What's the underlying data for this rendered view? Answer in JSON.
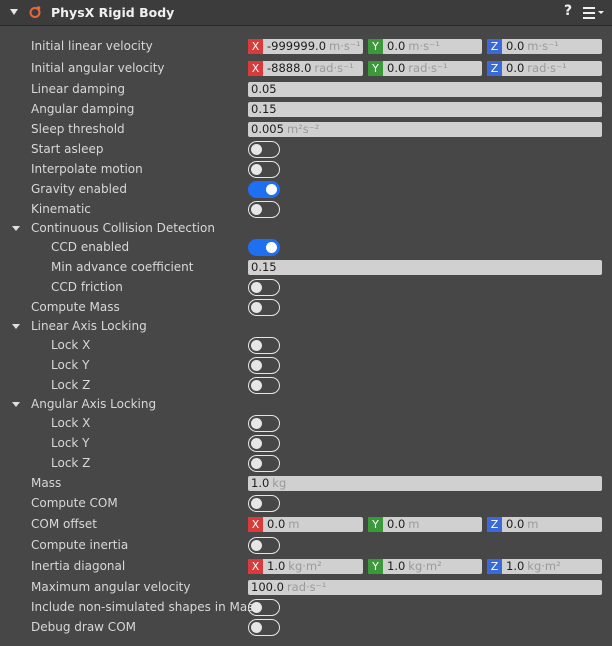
{
  "header": {
    "title": "PhysX Rigid Body",
    "help": "?"
  },
  "rows": {
    "lin_vel": {
      "label": "Initial linear velocity",
      "x": "-999999.0",
      "y": "0.0",
      "z": "0.0",
      "unit": "m·s⁻¹"
    },
    "ang_vel": {
      "label": "Initial angular velocity",
      "x": "-8888.0",
      "y": "0.0",
      "z": "0.0",
      "unit": "rad·s⁻¹"
    },
    "lin_damp": {
      "label": "Linear damping",
      "value": "0.05"
    },
    "ang_damp": {
      "label": "Angular damping",
      "value": "0.15"
    },
    "sleep": {
      "label": "Sleep threshold",
      "value": "0.005",
      "unit": "m²s⁻²"
    },
    "start_asleep": {
      "label": "Start asleep",
      "on": false
    },
    "interp": {
      "label": "Interpolate motion",
      "on": false
    },
    "gravity": {
      "label": "Gravity enabled",
      "on": true
    },
    "kinematic": {
      "label": "Kinematic",
      "on": false
    },
    "ccd_group": {
      "label": "Continuous Collision Detection"
    },
    "ccd_enabled": {
      "label": "CCD enabled",
      "on": true
    },
    "min_adv": {
      "label": "Min advance coefficient",
      "value": "0.15"
    },
    "ccd_friction": {
      "label": "CCD friction",
      "on": false
    },
    "compute_mass": {
      "label": "Compute Mass",
      "on": false
    },
    "lin_lock_group": {
      "label": "Linear Axis Locking"
    },
    "lin_lock_x": {
      "label": "Lock X",
      "on": false
    },
    "lin_lock_y": {
      "label": "Lock Y",
      "on": false
    },
    "lin_lock_z": {
      "label": "Lock Z",
      "on": false
    },
    "ang_lock_group": {
      "label": "Angular Axis Locking"
    },
    "ang_lock_x": {
      "label": "Lock X",
      "on": false
    },
    "ang_lock_y": {
      "label": "Lock Y",
      "on": false
    },
    "ang_lock_z": {
      "label": "Lock Z",
      "on": false
    },
    "mass": {
      "label": "Mass",
      "value": "1.0",
      "unit": "kg"
    },
    "compute_com": {
      "label": "Compute COM",
      "on": false
    },
    "com_offset": {
      "label": "COM offset",
      "x": "0.0",
      "y": "0.0",
      "z": "0.0",
      "unit": "m"
    },
    "compute_inertia": {
      "label": "Compute inertia",
      "on": false
    },
    "inertia": {
      "label": "Inertia diagonal",
      "x": "1.0",
      "y": "1.0",
      "z": "1.0",
      "unit": "kg·m²"
    },
    "max_ang_vel": {
      "label": "Maximum angular velocity",
      "value": "100.0",
      "unit": "rad·s⁻¹"
    },
    "non_sim": {
      "label": "Include non-simulated shapes in Mass",
      "on": false
    },
    "debug_com": {
      "label": "Debug draw COM",
      "on": false
    }
  },
  "axis": {
    "x": "X",
    "y": "Y",
    "z": "Z"
  },
  "colors": {
    "toggle_on": "#1f6ff2",
    "axis_x": "#d93a3a",
    "axis_y": "#3a9a3a",
    "axis_z": "#3a6ad9"
  }
}
